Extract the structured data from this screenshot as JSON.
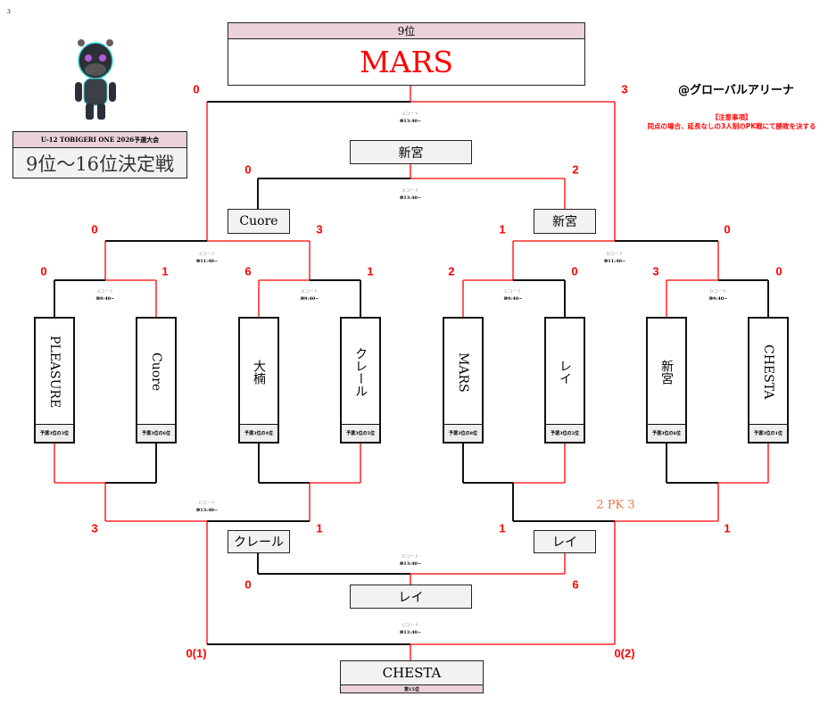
{
  "page_number": "3",
  "event": {
    "tournament": "U-12 TOBIGERI ONE 2026予選大会",
    "title": "9位〜16位決定戦"
  },
  "venue": "@グローバルアリーナ",
  "notes": {
    "heading": "【注意事項】",
    "body": "同点の場合、延長なしの3人制のPK戦にて勝敗を決する"
  },
  "top": {
    "rank": "9位",
    "winner": "MARS"
  },
  "teams": [
    {
      "name": "PLEASURE",
      "seed": "予選3位の3位"
    },
    {
      "name": "Cuore",
      "seed": "予選3位の6位"
    },
    {
      "name": "大楠",
      "seed": "予選3位の4位"
    },
    {
      "name": "クレール",
      "seed": "予選3位の5位"
    },
    {
      "name": "MARS",
      "seed": "予選3位の8位"
    },
    {
      "name": "レイ",
      "seed": "予選3位の2位"
    },
    {
      "name": "新宮",
      "seed": "予選3位の6位"
    },
    {
      "name": "CHESTA",
      "seed": "予選3位の1位"
    }
  ],
  "boxes": {
    "mid_winner": "新宮",
    "mid_left": "Cuore",
    "mid_right": "新宮",
    "low_left": "クレール",
    "low_right": "レイ",
    "low_winner": "レイ",
    "bottom_winner": "CHESTA",
    "bottom_rank": "第15位"
  },
  "scores": {
    "r1": [
      "0",
      "1",
      "6",
      "1",
      "2",
      "0",
      "3",
      "0"
    ],
    "r2_top": [
      "0",
      "3",
      "1",
      "0"
    ],
    "final": [
      "0",
      "3"
    ],
    "mid": [
      "0",
      "2"
    ],
    "r2_bottom": [
      "3",
      "1",
      "1",
      "1"
    ],
    "pk": "2 PK 3",
    "low": [
      "0",
      "6"
    ],
    "bottom": [
      "0(1)",
      "0(2)"
    ]
  },
  "courts": [
    {
      "court": "Aコート",
      "time": "⑩13:40~"
    },
    {
      "court": "Bコート",
      "time": "⑩13:40~"
    },
    {
      "court": "Aコート",
      "time": "⑩11:40~"
    },
    {
      "court": "Bコート",
      "time": "⑩11:40~"
    },
    {
      "court": "Aコート",
      "time": "⑩9:40~"
    },
    {
      "court": "Bコート",
      "time": "⑩9:40~"
    },
    {
      "court": "Cコート",
      "time": "⑩9:40~"
    },
    {
      "court": "Dコート",
      "time": "⑩9:40~"
    },
    {
      "court": "Cコート",
      "time": "⑩13:40~"
    },
    {
      "court": "Dコート",
      "time": "⑩13:40~"
    },
    {
      "court": "Cコート",
      "time": "⑩13:40~"
    }
  ],
  "colors": {
    "win": "#ff0000",
    "loss": "#000000",
    "header": "#ead1dc",
    "box": "#f2f2f2",
    "pk": "#e8703a"
  }
}
